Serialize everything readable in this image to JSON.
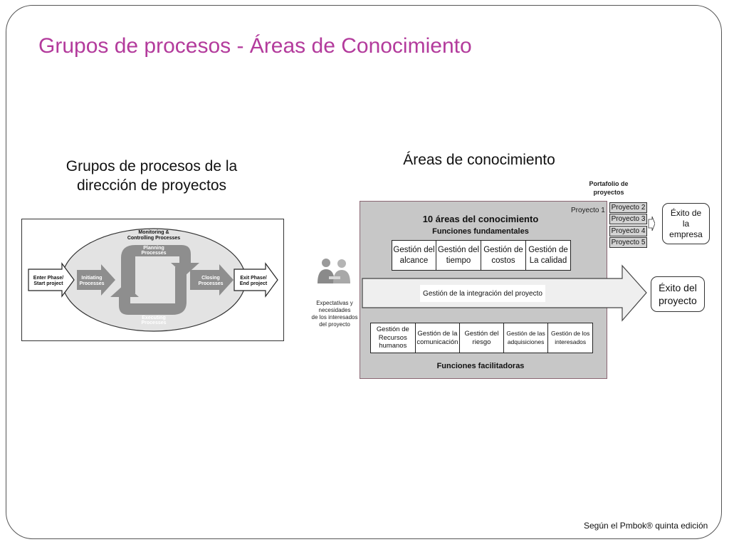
{
  "slide": {
    "title": "Grupos de procesos - Áreas de Conocimiento",
    "left_heading_line1": "Grupos de procesos de la",
    "left_heading_line2": "dirección de proyectos",
    "right_heading": "Áreas de conocimiento",
    "footnote": "Según el Pmbok® quinta edición"
  },
  "process_groups": {
    "monitoring_line1": "Monitoring &",
    "monitoring_line2": "Controlling Processes",
    "planning_line1": "Planning",
    "planning_line2": "Processes",
    "executing_line1": "Executing",
    "executing_line2": "Processes",
    "initiating_line1": "Initiating",
    "initiating_line2": "Processes",
    "closing_line1": "Closing",
    "closing_line2": "Processes",
    "enter_line1": "Enter Phase/",
    "enter_line2": "Start project",
    "exit_line1": "Exit Phase/",
    "exit_line2": "End project"
  },
  "knowledge_areas": {
    "portfolio_line1": "Portafolio  de",
    "portfolio_line2": "proyectos",
    "project1": "Proyecto 1",
    "projects": [
      "Proyecto 2",
      "Proyecto 3",
      "Proyecto 4",
      "Proyecto 5"
    ],
    "ten_areas": "10 áreas del conocimiento",
    "core_functions": "Funciones fundamentales",
    "core_areas": [
      {
        "line1": "Gestión del",
        "line2": "alcance"
      },
      {
        "line1": "Gestión del",
        "line2": "tiempo"
      },
      {
        "line1": "Gestión de",
        "line2": "costos"
      },
      {
        "line1": "Gestión de",
        "line2": "La calidad"
      }
    ],
    "integration": "Gestión de la integración del proyecto",
    "support_areas": [
      {
        "line1": "Gestión de",
        "line2": "Recursos",
        "line3": "humanos"
      },
      {
        "line1": "Gestión de la",
        "line2": "comunicación"
      },
      {
        "line1": "Gestión del",
        "line2": "riesgo"
      },
      {
        "line1": "Gestión de las",
        "line2": "adquisiciones"
      },
      {
        "line1": "Gestión de los",
        "line2": "interesados"
      }
    ],
    "support_functions": "Funciones facilitadoras",
    "stakeholders": [
      "Expectativas y",
      "necesidades",
      "de los interesados",
      "del proyecto"
    ],
    "enterprise_success": [
      "Éxito de",
      "la",
      "empresa"
    ],
    "project_success": [
      "Éxito del",
      "proyecto"
    ]
  }
}
